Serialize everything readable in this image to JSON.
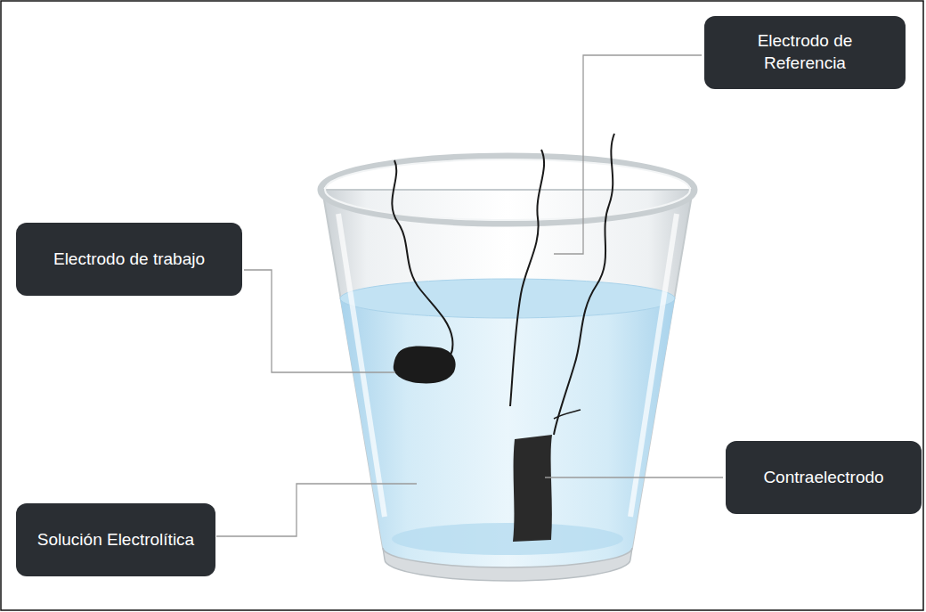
{
  "diagram": {
    "nodes": [
      {
        "text": [
          "Electrodo de Referencia"
        ]
      },
      {
        "text": [
          "Electrodo de trabajo"
        ]
      },
      {
        "text": [
          "Contraelectrodo"
        ]
      },
      {
        "text": [
          "Solución Electrolítica"
        ]
      }
    ]
  }
}
